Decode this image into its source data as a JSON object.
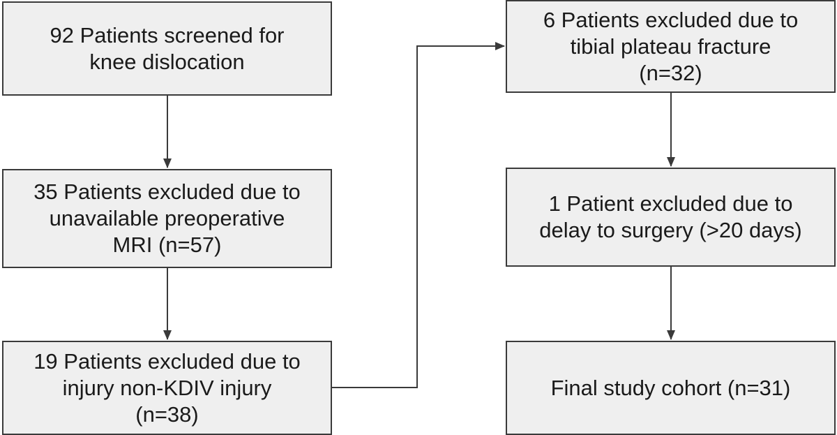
{
  "diagram": {
    "nodes": [
      {
        "id": "screened",
        "text": "92 Patients screened for\nknee dislocation"
      },
      {
        "id": "mri",
        "text": "35 Patients excluded due to\nunavailable preoperative\nMRI (n=57)"
      },
      {
        "id": "kdiv",
        "text": "19 Patients excluded due to\ninjury non-KDIV injury\n(n=38)"
      },
      {
        "id": "tibial",
        "text": "6 Patients excluded due to\ntibial plateau fracture\n(n=32)"
      },
      {
        "id": "delay",
        "text": "1 Patient excluded due to\ndelay to surgery (>20 days)"
      },
      {
        "id": "final",
        "text": "Final study cohort (n=31)"
      }
    ],
    "edges": [
      {
        "from": "screened",
        "to": "mri"
      },
      {
        "from": "mri",
        "to": "kdiv"
      },
      {
        "from": "kdiv",
        "to": "tibial"
      },
      {
        "from": "tibial",
        "to": "delay"
      },
      {
        "from": "delay",
        "to": "final"
      }
    ],
    "colors": {
      "box_fill": "#efefef",
      "box_border": "#3a3a3a",
      "line": "#3a3a3a",
      "text": "#1a1a1a"
    }
  }
}
